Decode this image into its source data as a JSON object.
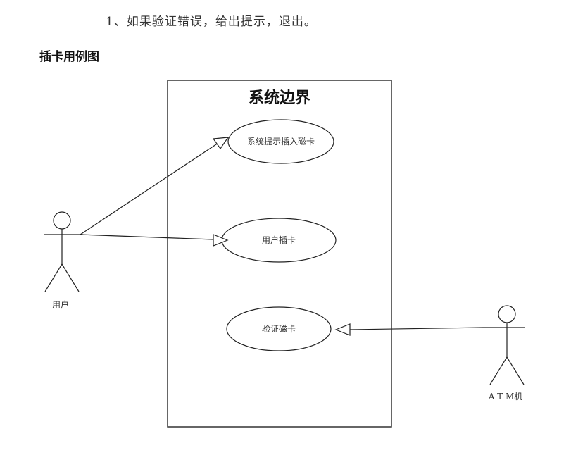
{
  "document": {
    "step_text": "1、如果验证错误，给出提示，退出。",
    "section_title": "插卡用例图"
  },
  "diagram": {
    "boundary_title": "系统边界",
    "use_cases": [
      {
        "id": "uc1",
        "label": "系统提示插入磁卡"
      },
      {
        "id": "uc2",
        "label": "用户插卡"
      },
      {
        "id": "uc3",
        "label": "验证磁卡"
      }
    ],
    "actors": [
      {
        "id": "user",
        "label": "用户"
      },
      {
        "id": "atm",
        "label": "A T M机"
      }
    ],
    "relations": [
      {
        "from": "user",
        "to": "uc1",
        "type": "association-arrow"
      },
      {
        "from": "user",
        "to": "uc2",
        "type": "association-arrow"
      },
      {
        "from": "atm",
        "to": "uc3",
        "type": "association-arrow"
      }
    ],
    "colors": {
      "stroke": "#222222",
      "background": "#ffffff"
    }
  }
}
